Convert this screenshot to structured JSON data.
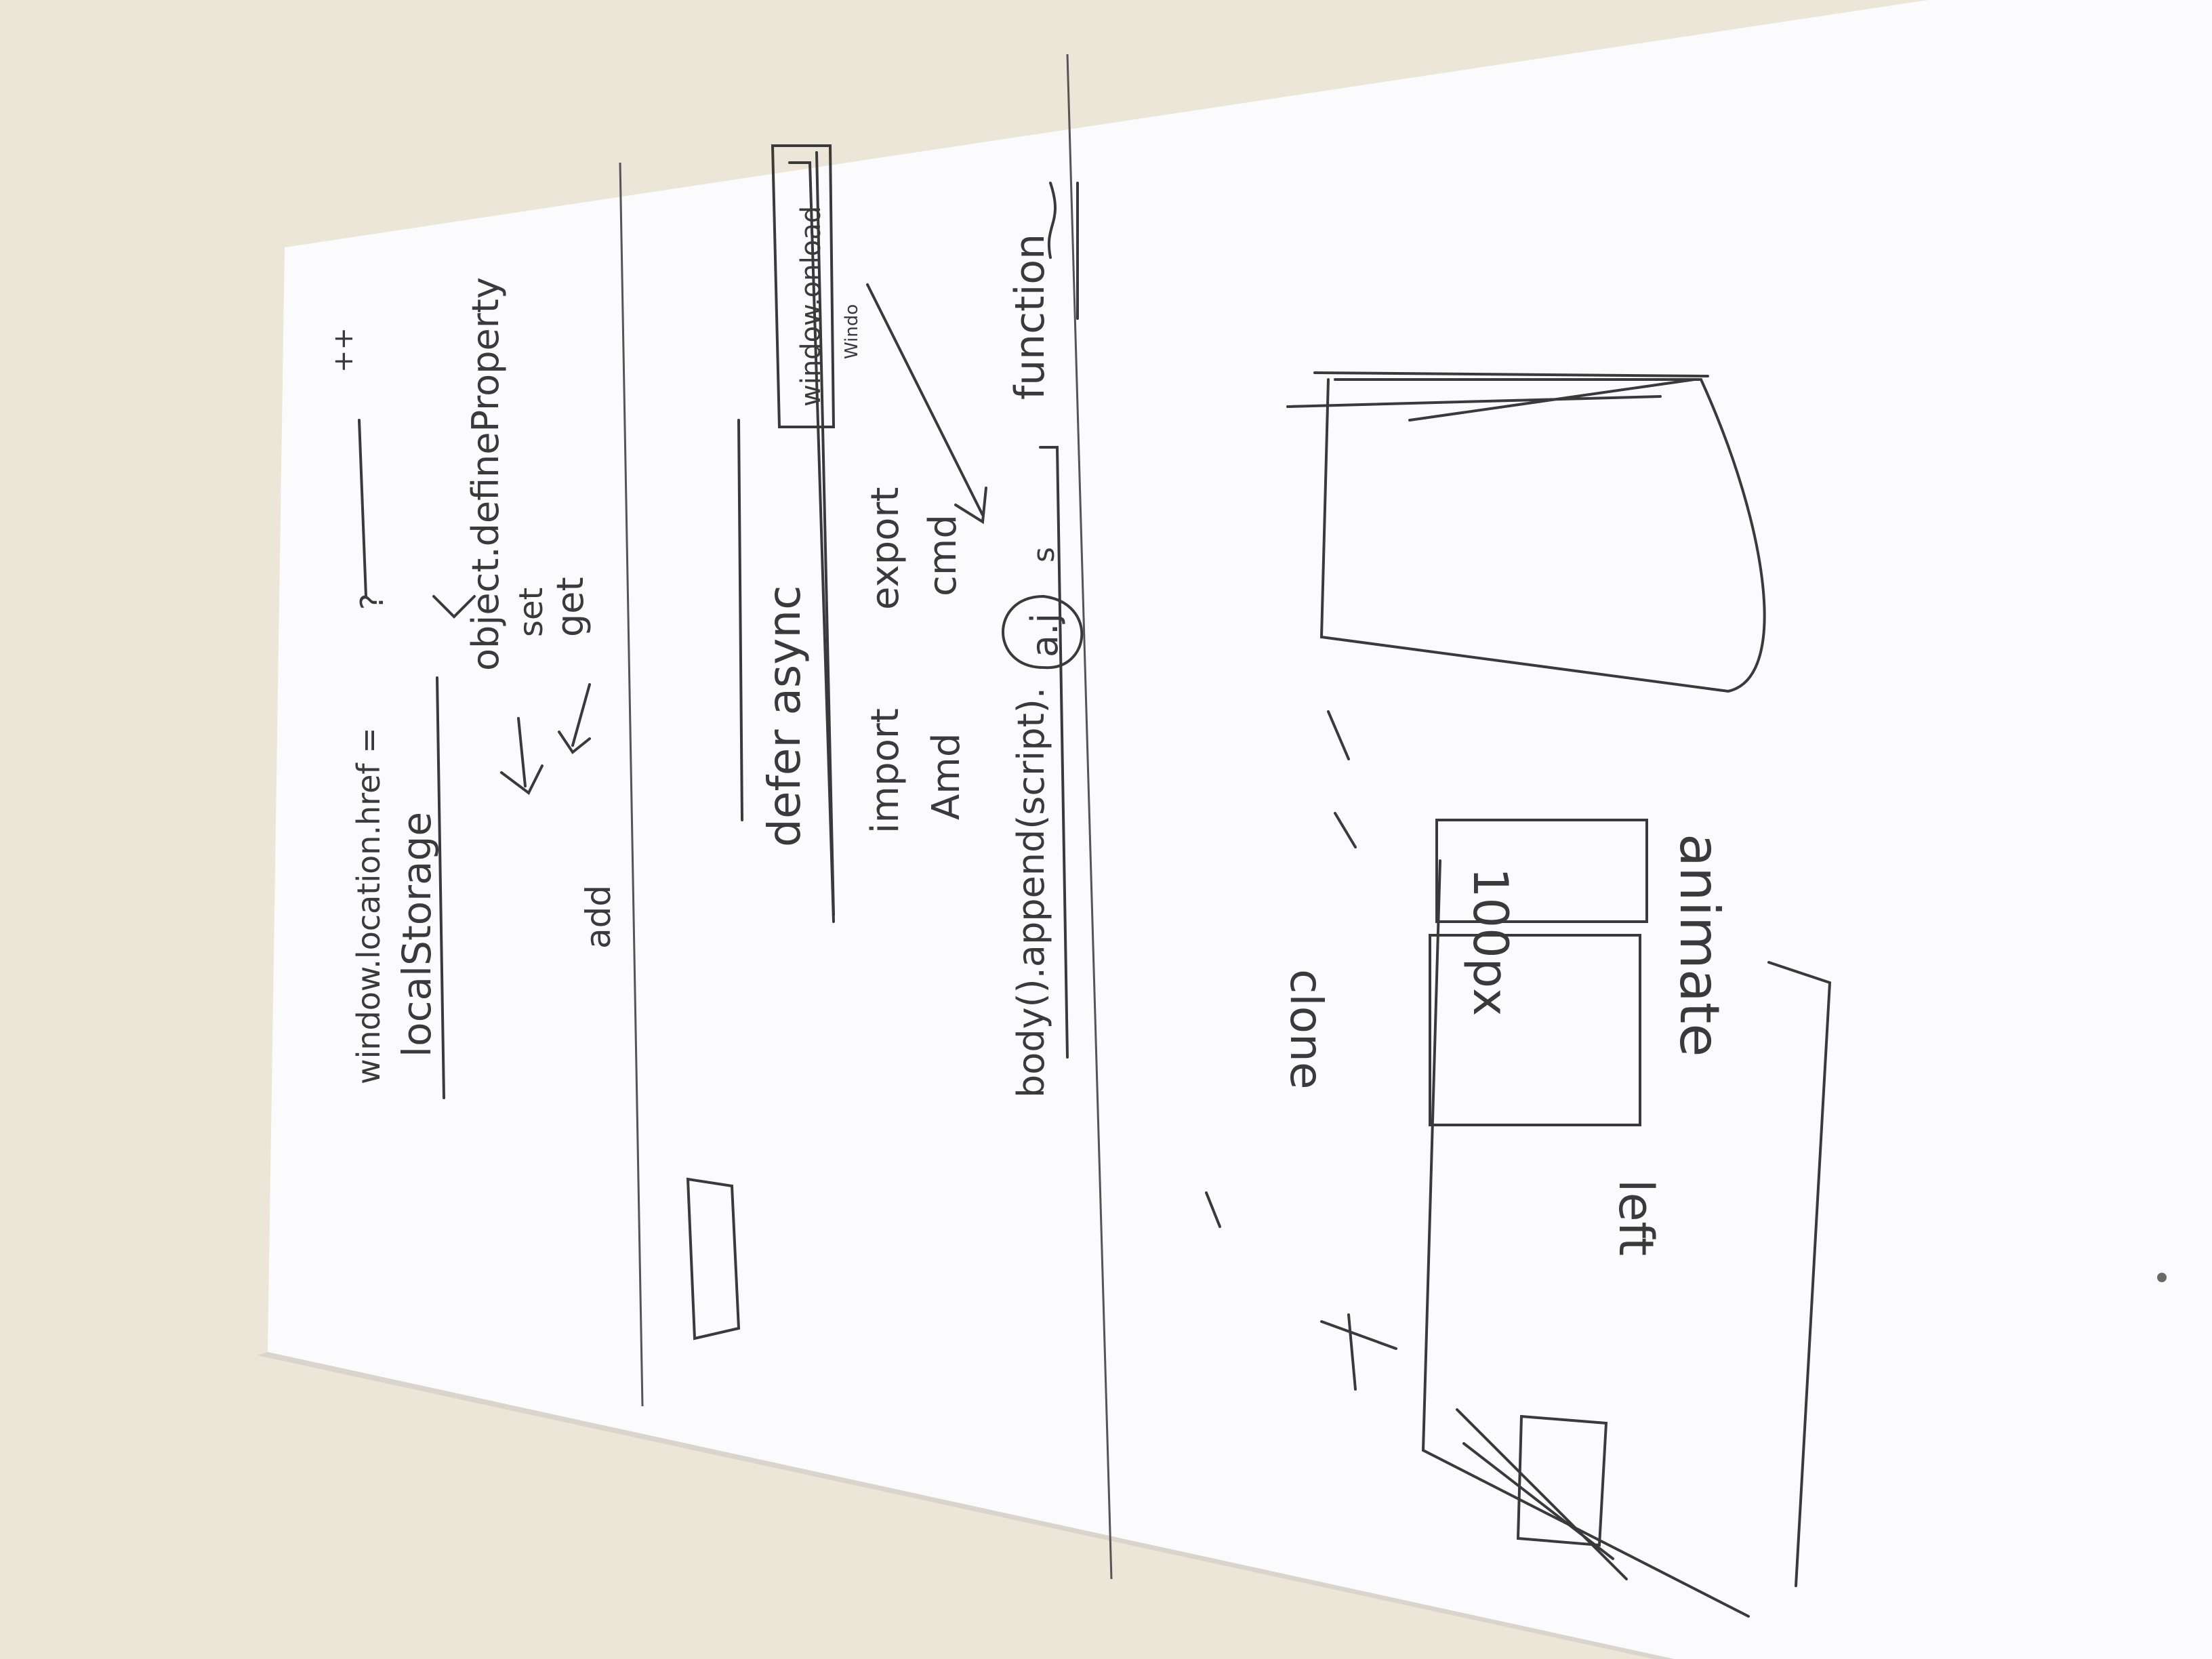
{
  "photo": {
    "surface_color": "#ece6d8",
    "paper_color": "#fbfbfd",
    "ink_color": "#3a3a3a"
  },
  "notes": {
    "href_line": "window.location.href =",
    "question_mark": "?",
    "plus_marks": "++",
    "local_storage": "localStorage",
    "define_property": "object.defineProperty",
    "set_word": "set",
    "get_word": "get",
    "add_word": "add",
    "defer_async": "defer async",
    "window_onload": "window.onload",
    "window_small": "Windo",
    "import_word": "import",
    "export_word": "export",
    "amd_word": "Amd",
    "cmd_word": "cmd",
    "function_word": "function",
    "body_append": "body().append(script).",
    "circled_js": "a.j",
    "s_letter": "s",
    "animate_word": "animate",
    "left_word": "left",
    "px_word": "100px",
    "clone_word": "clone"
  }
}
